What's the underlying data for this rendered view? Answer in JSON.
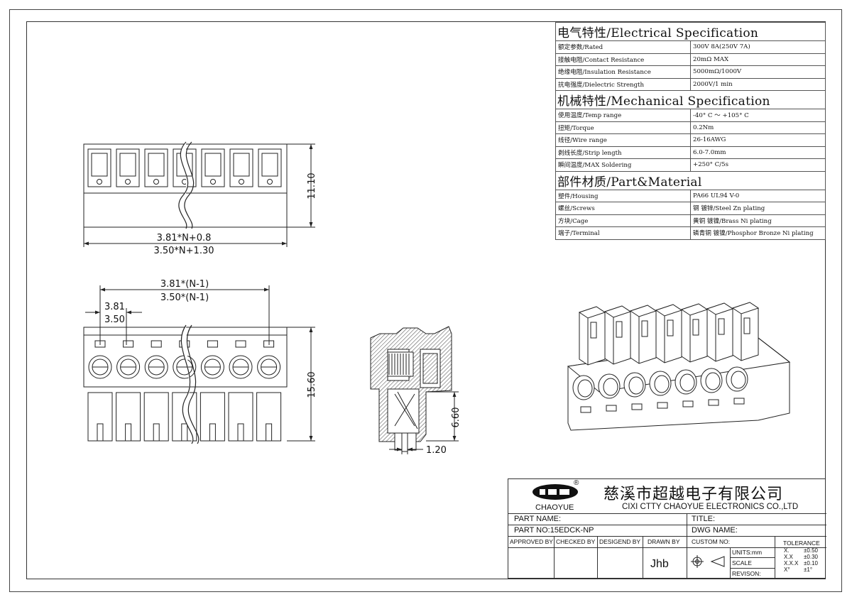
{
  "spec": {
    "sections": [
      {
        "title": "电气特性/Electrical Specification",
        "rows": [
          [
            "额定参数/Rated",
            "300V  8A(250V  7A)"
          ],
          [
            "接触电阻/Contact Resistance",
            "20mΩ MAX"
          ],
          [
            "绝缘电阻/Insulation Resistance",
            "5000mΩ/1000V"
          ],
          [
            "抗电强度/Dielectric Strength",
            "2000V/1 min"
          ]
        ]
      },
      {
        "title": "机械特性/Mechanical Specification",
        "rows": [
          [
            "使用温度/Temp range",
            "-40° C ～ +105° C"
          ],
          [
            "扭矩/Torque",
            "0.2Nm"
          ],
          [
            "线径/Wire range",
            "26-16AWG"
          ],
          [
            "剥线长度/Strip length",
            "6.0-7.0mm"
          ],
          [
            "瞬间温度/MAX Soldering",
            "+250° C/5s"
          ]
        ]
      },
      {
        "title": "部件材质/Part&Material",
        "rows": [
          [
            "塑件/Housing",
            "PA66 UL94 V-0"
          ],
          [
            "螺丝/Screws",
            "钢 镀锌/Steel Zn plating"
          ],
          [
            "方块/Cage",
            "黄铜 镀镍/Brass Ni plating"
          ],
          [
            "端子/Terminal",
            "磷青铜 镀镍/Phosphor Bronze Ni plating"
          ]
        ]
      }
    ]
  },
  "dimensions": {
    "top_height": "11.10",
    "top_width_a": "3.81*N+0.8",
    "top_width_b": "3.50*N+1.30",
    "pitch_total_a": "3.81*(N-1)",
    "pitch_total_b": "3.50*(N-1)",
    "pitch_a": "3.81",
    "pitch_b": "3.50",
    "front_height": "15.60",
    "side_height": "6.60",
    "side_width": "1.20"
  },
  "title_block": {
    "logo_text": "CHAOYUE",
    "registered": "®",
    "company_cn": "慈溪市超越电子有限公司",
    "company_en": "CIXI CTTY CHAOYUE ELECTRONICS CO.,LTD",
    "part_name_label": "PART NAME:",
    "title_label": "TITLE:",
    "part_no_label": "PART NO:15EDCK-NP",
    "dwg_name_label": "DWG NAME:",
    "approved_by": "APPROVED BY",
    "checked_by": "CHECKED BY",
    "designed_by": "DESIGEND BY",
    "drawn_by": "DRAWN BY",
    "custom_no": "CUSTOM NO:",
    "drawn_by_value": "Jhb",
    "units": "UNITS:mm",
    "scale": "SCALE",
    "revision": "REVISON:",
    "tolerance_title": "TOLERANCE",
    "tolerance_rows": [
      [
        "X.",
        "±0.50"
      ],
      [
        "X.X",
        "±0.30"
      ],
      [
        "X.X.X",
        "±0.10"
      ],
      [
        "X°",
        "±1°"
      ]
    ]
  }
}
